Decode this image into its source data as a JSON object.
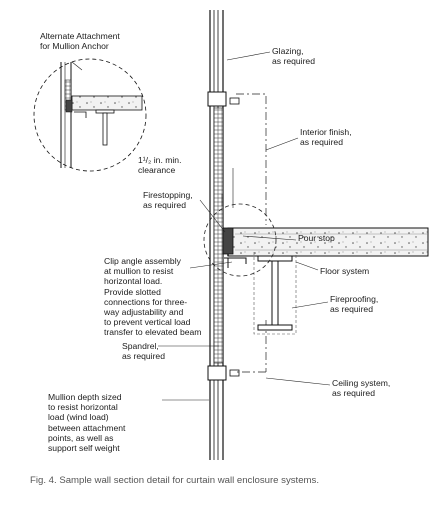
{
  "labels": {
    "alternate_attachment": "Alternate Attachment\nfor Mullion Anchor",
    "glazing": "Glazing,\nas required",
    "interior_finish": "Interior finish,\nas required",
    "clearance": "1¹/₂ in. min.\nclearance",
    "firestopping": "Firestopping,\nas required",
    "pour_stop": "Pour stop",
    "clip_angle": "Clip angle assembly\nat mullion to resist\nhorizontal load.\nProvide slotted\nconnections for three-\nway adjustability and\nto prevent vertical load\ntransfer to elevated beam",
    "floor_system": "Floor system",
    "fireproofing": "Fireproofing,\nas required",
    "spandrel": "Spandrel,\nas required",
    "mullion_depth": "Mullion depth sized\nto resist horizontal\nload (wind load)\nbetween attachment\npoints, as well as\nsupport self weight",
    "ceiling_system": "Ceiling system,\nas required"
  },
  "caption": "Fig. 4. Sample wall section detail for curtain wall enclosure systems."
}
